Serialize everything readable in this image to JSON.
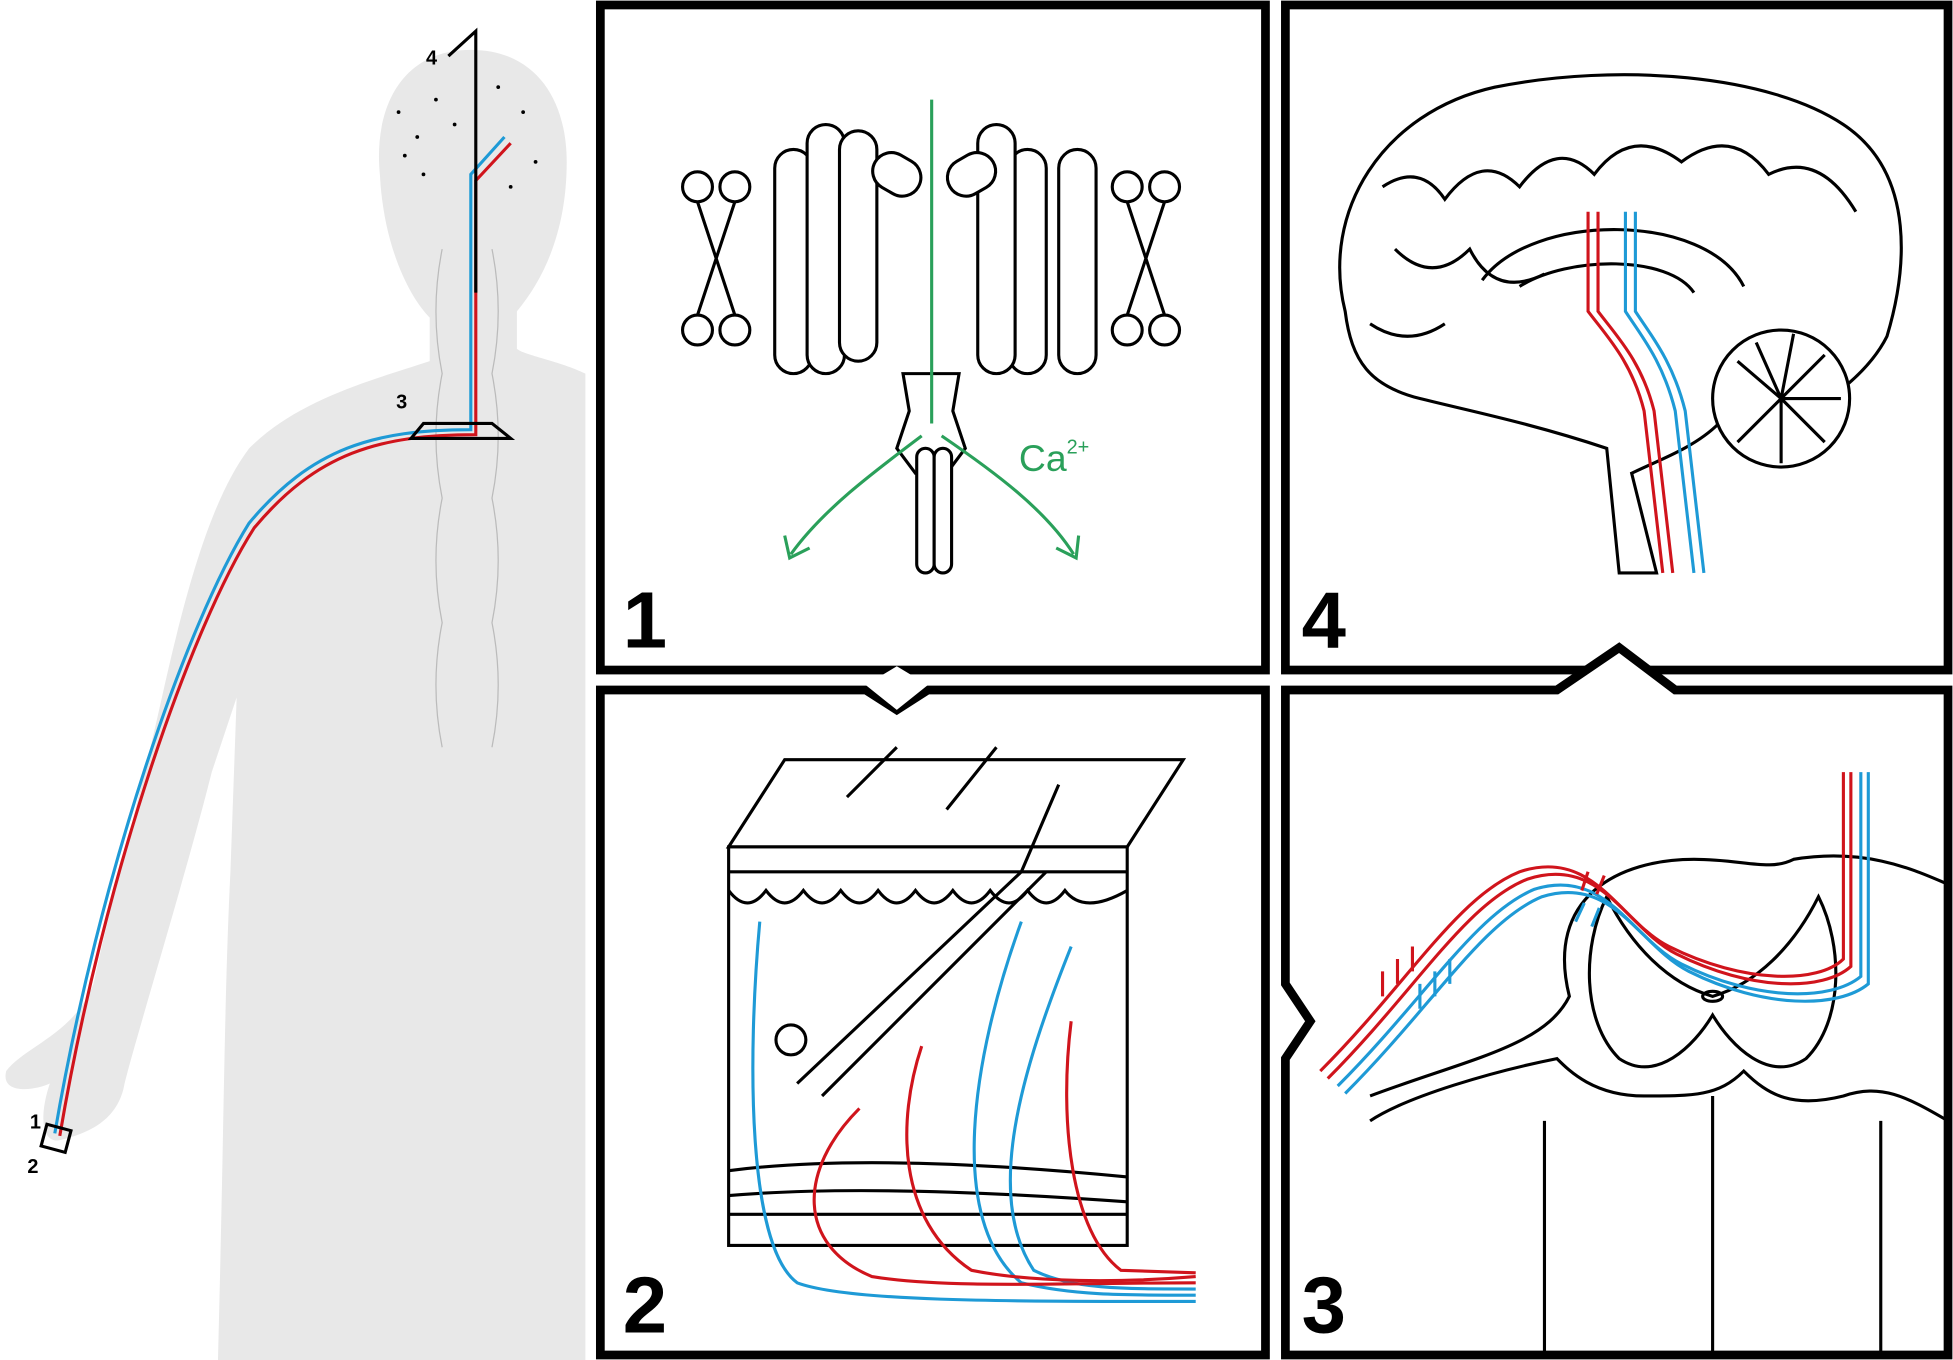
{
  "figure": {
    "body_labels": [
      "1",
      "2",
      "3",
      "4"
    ],
    "panels": [
      {
        "number": "1",
        "ion_label": "Ca",
        "ion_charge": "2+"
      },
      {
        "number": "2"
      },
      {
        "number": "3"
      },
      {
        "number": "4"
      }
    ],
    "colors": {
      "red_nerve": "#d0141c",
      "blue_nerve": "#1e9ad6",
      "channel_green": "#2aa05a",
      "silhouette": "#e8e8e8",
      "frame": "#000000"
    }
  }
}
